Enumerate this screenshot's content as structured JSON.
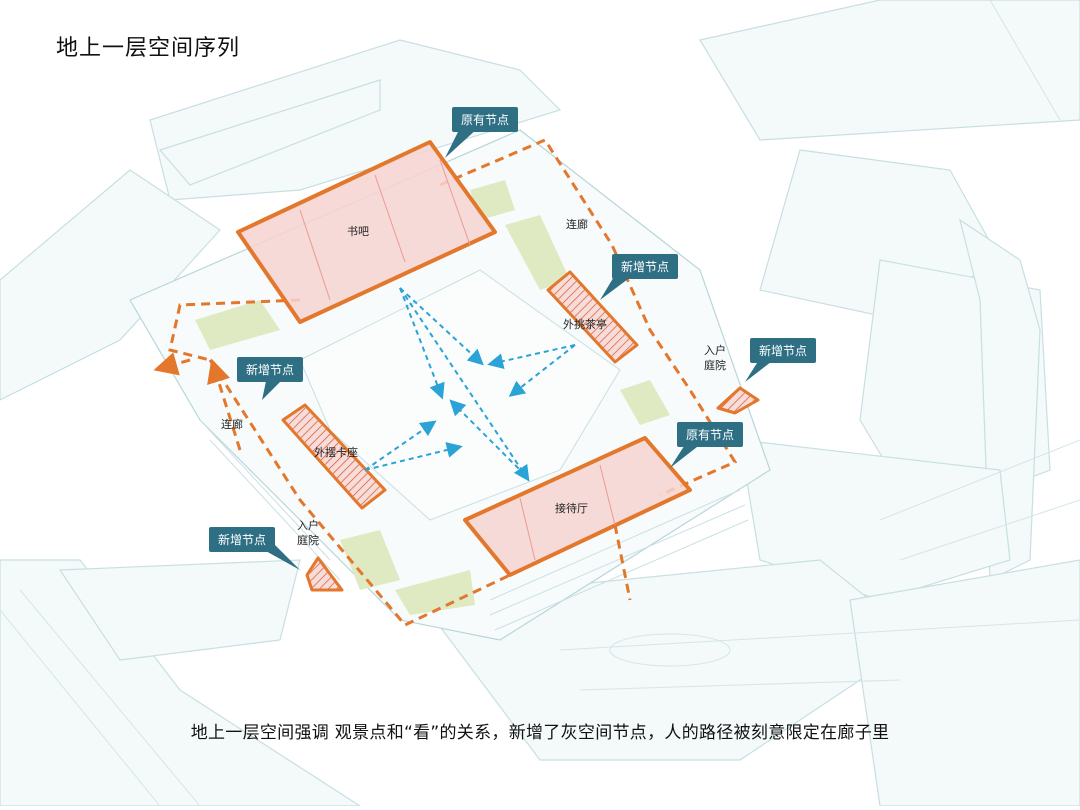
{
  "title": "地上一层空间序列",
  "caption": "地上一层空间强调  观景点和“看”的关系，新增了灰空间节点，人的路径被刻意限定在廊子里",
  "colors": {
    "accent": "#e3772c",
    "tag": "#2f6f84",
    "link": "#2aa3d6",
    "zone_fill": "#f6d3d1",
    "green": "#dfe9c2",
    "line": "#b9d6da"
  },
  "tags": {
    "top_original": "原有节点",
    "right_new": "新增节点",
    "left_new": "新增节点",
    "far_right_new": "新增节点",
    "bottom_right_original": "原有节点",
    "bottom_left_new": "新增节点"
  },
  "labels": {
    "shuba": "书吧",
    "lianlang_top": "连廊",
    "waitiao": "外挑茶亭",
    "waibai": "外摆卡座",
    "lianlang_left": "连廊",
    "jiedai": "接待厅",
    "entry_right": "入户\n庭院",
    "entry_left": "入户\n庭院"
  }
}
